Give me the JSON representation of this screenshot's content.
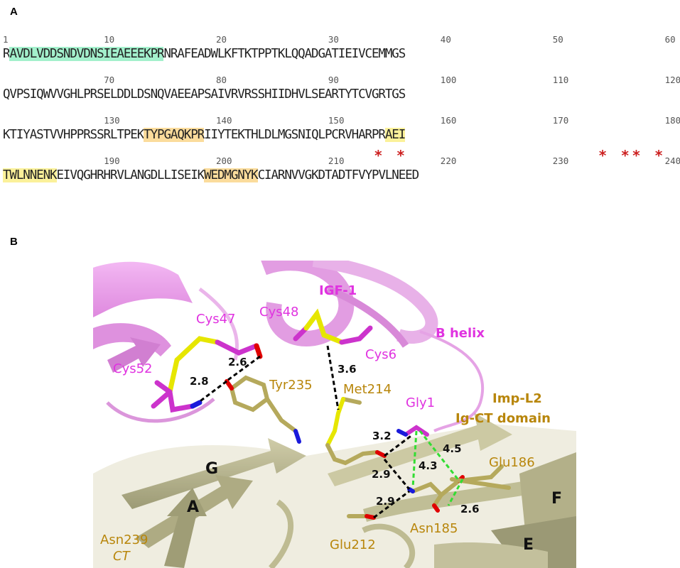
{
  "panel_a": {
    "label": "A",
    "rows": [
      {
        "ruler": [
          {
            "text": "1",
            "col": 0
          },
          {
            "text": "10",
            "col": 9
          },
          {
            "text": "20",
            "col": 19
          },
          {
            "text": "30",
            "col": 29
          },
          {
            "text": "40",
            "col": 39
          },
          {
            "text": "50",
            "col": 49
          },
          {
            "text": "60",
            "col": 59
          }
        ],
        "segments": [
          {
            "text": "R",
            "hl": ""
          },
          {
            "text": "AVDLVDDSNDVDNSIEAEEEKPR",
            "hl": "green"
          },
          {
            "text": "NRAFEADWLKFTKTPPTKLQQADGATIEIVCEMMGS",
            "hl": ""
          }
        ],
        "stars": []
      },
      {
        "ruler": [
          {
            "text": "70",
            "col": 9
          },
          {
            "text": "80",
            "col": 19
          },
          {
            "text": "90",
            "col": 29
          },
          {
            "text": "100",
            "col": 39
          },
          {
            "text": "110",
            "col": 49
          },
          {
            "text": "120",
            "col": 59
          }
        ],
        "segments": [
          {
            "text": "QVPSIQWVVGHLPRSELDDLDSNQVAEEAPSAIVRVRSSHIIDHVLSEARTYTCVGRTGS",
            "hl": ""
          }
        ],
        "stars": []
      },
      {
        "ruler": [
          {
            "text": "130",
            "col": 9
          },
          {
            "text": "140",
            "col": 19
          },
          {
            "text": "150",
            "col": 29
          },
          {
            "text": "160",
            "col": 39
          },
          {
            "text": "170",
            "col": 49
          },
          {
            "text": "180",
            "col": 59
          }
        ],
        "segments": [
          {
            "text": "KTIYASTVVHPPRSSRLTPEK",
            "hl": ""
          },
          {
            "text": "TYPGAQKPR",
            "hl": "orange"
          },
          {
            "text": "IIYTEKTHLDLMGSNIQLPCRVHARPR",
            "hl": ""
          },
          {
            "text": "AEI",
            "hl": "yellow"
          }
        ],
        "stars": []
      },
      {
        "ruler": [
          {
            "text": "190",
            "col": 9
          },
          {
            "text": "200",
            "col": 19
          },
          {
            "text": "210",
            "col": 29
          },
          {
            "text": "220",
            "col": 39
          },
          {
            "text": "230",
            "col": 49
          },
          {
            "text": "240",
            "col": 59
          }
        ],
        "segments": [
          {
            "text": "TWLNNENK",
            "hl": "yellow"
          },
          {
            "text": "EIVQGHRHRVLANGDLLISEIK",
            "hl": ""
          },
          {
            "text": "WEDMGNYK",
            "hl": "orange"
          },
          {
            "text": "CIARNVVGKDTADTFVYPVLNEED",
            "hl": ""
          }
        ],
        "stars": [
          {
            "col": 33
          },
          {
            "col": 35
          },
          {
            "col": 53
          },
          {
            "col": 55
          },
          {
            "col": 56
          },
          {
            "col": 58
          }
        ]
      }
    ],
    "star_glyph": "*"
  },
  "panel_b": {
    "label": "B",
    "labels": {
      "igf1": "IGF-1",
      "b_helix": "B helix",
      "cys47": "Cys47",
      "cys48": "Cys48",
      "cys52": "Cys52",
      "cys6": "Cys6",
      "tyr235": "Tyr235",
      "met214": "Met214",
      "gly1": "Gly1",
      "impl2_line1": "Imp-L2",
      "impl2_line2": "Ig-CT domain",
      "glu186": "Glu186",
      "asn185": "Asn185",
      "glu212": "Glu212",
      "asn239": "Asn239",
      "ct": "CT",
      "strand_g": "G",
      "strand_a": "A",
      "strand_f": "F",
      "strand_e": "E"
    },
    "distances": {
      "d_2_6_top": "2.6",
      "d_2_8": "2.8",
      "d_3_6": "3.6",
      "d_3_2": "3.2",
      "d_2_9_mid": "2.9",
      "d_4_3": "4.3",
      "d_4_5": "4.5",
      "d_2_9_low": "2.9",
      "d_2_6_low": "2.6"
    },
    "colors": {
      "igf1": "#e033e0",
      "impl2": "#b8860b",
      "sulfur": "#e6e600",
      "oxygen": "#e00000",
      "nitrogen": "#1a1adb",
      "hbond": "#000000",
      "green_dist": "#33dd33"
    }
  }
}
